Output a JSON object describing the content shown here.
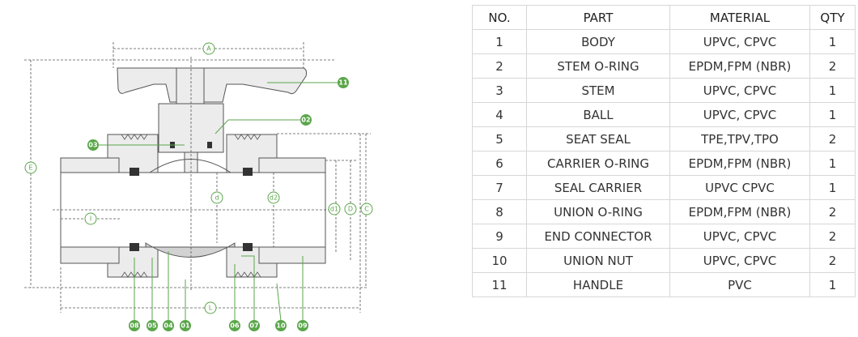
{
  "dimensions": [
    "A",
    "E",
    "d",
    "d2",
    "d1",
    "D",
    "C",
    "I",
    "L"
  ],
  "callouts": [
    "11",
    "02",
    "03",
    "08",
    "05",
    "04",
    "01",
    "06",
    "07",
    "10",
    "09"
  ],
  "table": {
    "headers": [
      "NO.",
      "PART",
      "MATERIAL",
      "QTY"
    ],
    "rows": [
      [
        "1",
        "BODY",
        "UPVC, CPVC",
        "1"
      ],
      [
        "2",
        "STEM O-RING",
        "EPDM,FPM (NBR)",
        "2"
      ],
      [
        "3",
        "STEM",
        "UPVC, CPVC",
        "1"
      ],
      [
        "4",
        "BALL",
        "UPVC, CPVC",
        "1"
      ],
      [
        "5",
        "SEAT SEAL",
        "TPE,TPV,TPO",
        "2"
      ],
      [
        "6",
        "CARRIER O-RING",
        "EPDM,FPM (NBR)",
        "1"
      ],
      [
        "7",
        "SEAL CARRIER",
        "UPVC CPVC",
        "1"
      ],
      [
        "8",
        "UNION O-RING",
        "EPDM,FPM (NBR)",
        "2"
      ],
      [
        "9",
        "END CONNECTOR",
        "UPVC, CPVC",
        "2"
      ],
      [
        "10",
        "UNION NUT",
        "UPVC, CPVC",
        "2"
      ],
      [
        "11",
        "HANDLE",
        "PVC",
        "1"
      ]
    ]
  },
  "colors": {
    "accent": "#5aa64a",
    "line": "#555555",
    "fill": "#ececec"
  }
}
